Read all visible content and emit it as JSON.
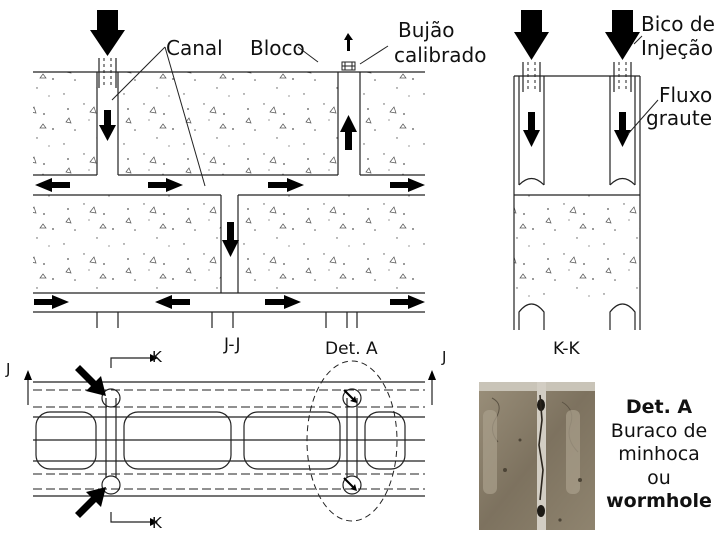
{
  "labels": {
    "canal": "Canal",
    "bloco": "Bloco",
    "bujao_line1": "Bujão",
    "bujao_line2": "calibrado",
    "bico_line1": "Bico de",
    "bico_line2": "Injeção",
    "fluxo_line1": "Fluxo",
    "fluxo_line2": "graute",
    "section_jj": "J-J",
    "section_kk": "K-K",
    "det_a": "Det. A",
    "k_top": "K",
    "k_bottom": "K",
    "j_left": "J",
    "j_right": "J"
  },
  "detail_caption": {
    "title": "Det. A",
    "line1": "Buraco de",
    "line2": "minhoca",
    "line3": "ou",
    "line4": "wormhole"
  },
  "colors": {
    "line": "#222222",
    "arrow": "#000000",
    "photo_concrete": "#8a7f6c",
    "photo_joint": "#d8d4cc"
  }
}
